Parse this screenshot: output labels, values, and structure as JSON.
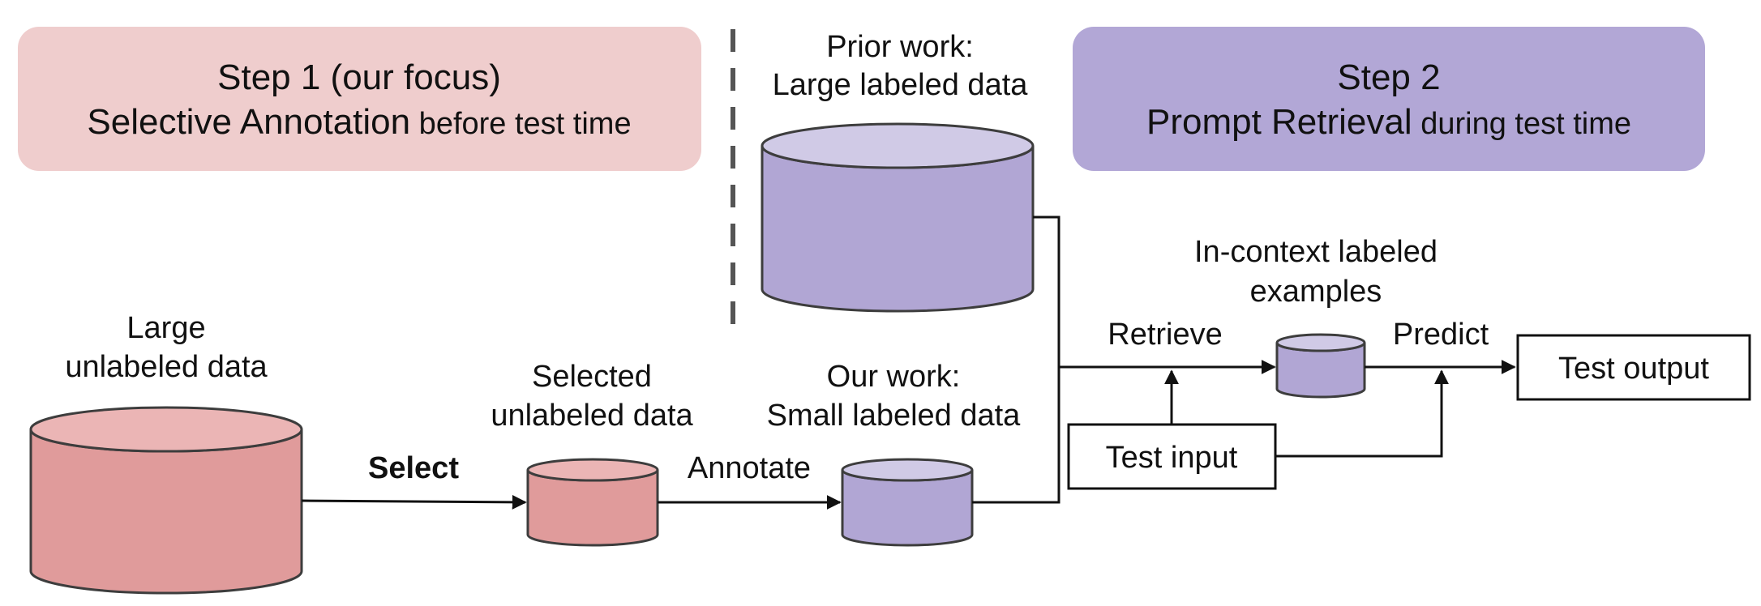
{
  "colors": {
    "pink_fill": "#e09b9b",
    "pink_top": "#ebb5b5",
    "pink_banner": "#efcdcd",
    "purple_fill": "#b1a6d4",
    "purple_top": "#d0cae6",
    "purple_banner": "#b2a7d6",
    "select_text": "#d47272",
    "divider": "#555555"
  },
  "step1": {
    "line1": "Step 1 (our focus)",
    "line2_main": "Selective Annotation",
    "line2_small": " before test time"
  },
  "step2": {
    "line1": "Step 2",
    "line2_main": "Prompt Retrieval",
    "line2_small": " during test time"
  },
  "prior_work": {
    "line1": "Prior work:",
    "line2": "Large labeled data"
  },
  "large_unlabeled": {
    "line1": "Large",
    "line2": "unlabeled data"
  },
  "selected_unlabeled": {
    "line1": "Selected",
    "line2": "unlabeled data"
  },
  "our_work": {
    "line1": "Our work:",
    "line2": "Small labeled data"
  },
  "in_context": {
    "line1": "In-context labeled",
    "line2": "examples"
  },
  "arrows": {
    "select": "Select",
    "annotate": "Annotate",
    "retrieve": "Retrieve",
    "predict": "Predict"
  },
  "boxes": {
    "test_input": "Test input",
    "test_output": "Test output"
  }
}
